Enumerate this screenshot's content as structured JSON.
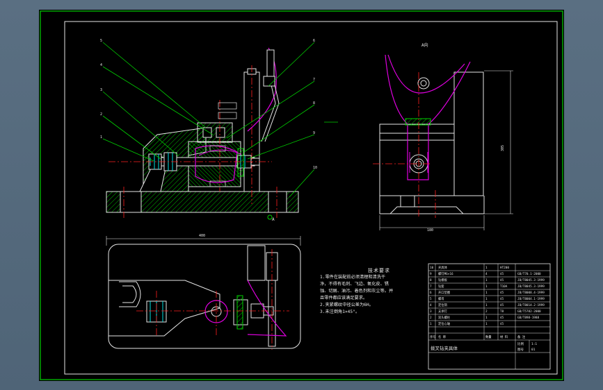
{
  "drawing": {
    "view_label_a": "A向",
    "dim_overall_width": "400",
    "dim_side_width": "180",
    "dim_height": "305",
    "balloons": [
      "5",
      "4",
      "3",
      "2",
      "1",
      "6",
      "7",
      "8",
      "9",
      "10"
    ],
    "section_label": "A"
  },
  "notes": {
    "title": "技术要求",
    "lines": [
      "1.零件在装配前必须清理和清洗干",
      "净，不得有毛刺、飞边、氧化皮、锈",
      "蚀、切屑、油污、着色剂和灰尘等。并",
      "且零件都应该满足要求。",
      "2.夹紧螺纹中径公差为6H。",
      "3.未注倒角1×45°。"
    ]
  },
  "title_block": {
    "drawing_name": "拨叉钻夹具体",
    "scale_label": "比例",
    "scale_value": "1:1",
    "sheet_label": "图号",
    "sheet_value": "01",
    "header_labels": [
      "序号",
      "名 称",
      "数量",
      "材 料",
      "备 注"
    ],
    "rows": [
      [
        "10",
        "夹具体",
        "1",
        "HT200",
        ""
      ],
      [
        "9",
        "螺钉M6×16",
        "4",
        "45",
        "GB/T70.1-2000"
      ],
      [
        "8",
        "钻模板",
        "1",
        "45",
        "JB/T8045.3-1999"
      ],
      [
        "7",
        "钻套",
        "1",
        "T10A",
        "JB/T8045.3-1999"
      ],
      [
        "6",
        "开口垫圈",
        "1",
        "45",
        "JB/T8008.4-1999"
      ],
      [
        "5",
        "螺母",
        "1",
        "45",
        "JB/T8004.1-1999"
      ],
      [
        "4",
        "定位销",
        "1",
        "45",
        "JB/T8014.2-1999"
      ],
      [
        "3",
        "支承钉",
        "2",
        "T8",
        "GB/T5782-2000"
      ],
      [
        "2",
        "双头螺柱",
        "1",
        "45",
        "GB/T898-1988"
      ],
      [
        "1",
        "定位心轴",
        "1",
        "45",
        ""
      ]
    ]
  }
}
